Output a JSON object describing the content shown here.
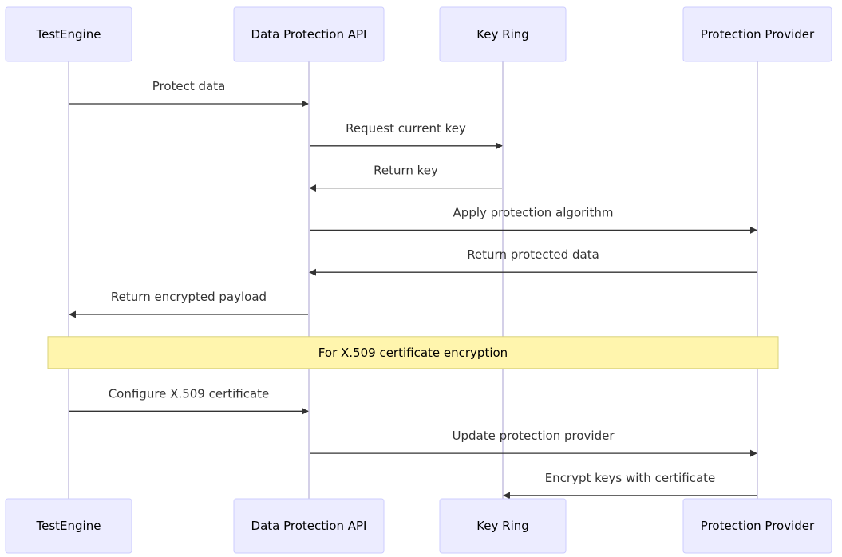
{
  "diagram": {
    "type": "sequence",
    "colors": {
      "actor_fill": "#ECECFF",
      "actor_border": "#CCCCFF",
      "lifeline": "#D4D0E8",
      "message": "#333333",
      "note_fill": "#FFF5AD",
      "note_border": "#D9D27A"
    },
    "participants": [
      {
        "id": "te",
        "label": "TestEngine"
      },
      {
        "id": "dp",
        "label": "Data Protection API"
      },
      {
        "id": "kr",
        "label": "Key Ring"
      },
      {
        "id": "pp",
        "label": "Protection Provider"
      }
    ],
    "events": [
      {
        "kind": "message",
        "from": "te",
        "to": "dp",
        "text": "Protect data"
      },
      {
        "kind": "message",
        "from": "dp",
        "to": "kr",
        "text": "Request current key"
      },
      {
        "kind": "message",
        "from": "kr",
        "to": "dp",
        "text": "Return key"
      },
      {
        "kind": "message",
        "from": "dp",
        "to": "pp",
        "text": "Apply protection algorithm"
      },
      {
        "kind": "message",
        "from": "pp",
        "to": "dp",
        "text": "Return protected data"
      },
      {
        "kind": "message",
        "from": "dp",
        "to": "te",
        "text": "Return encrypted payload"
      },
      {
        "kind": "note",
        "over": [
          "te",
          "pp"
        ],
        "text": "For X.509 certificate encryption"
      },
      {
        "kind": "message",
        "from": "te",
        "to": "dp",
        "text": "Configure X.509 certificate"
      },
      {
        "kind": "message",
        "from": "dp",
        "to": "pp",
        "text": "Update protection provider"
      },
      {
        "kind": "message",
        "from": "pp",
        "to": "kr",
        "text": "Encrypt keys with certificate"
      }
    ]
  }
}
